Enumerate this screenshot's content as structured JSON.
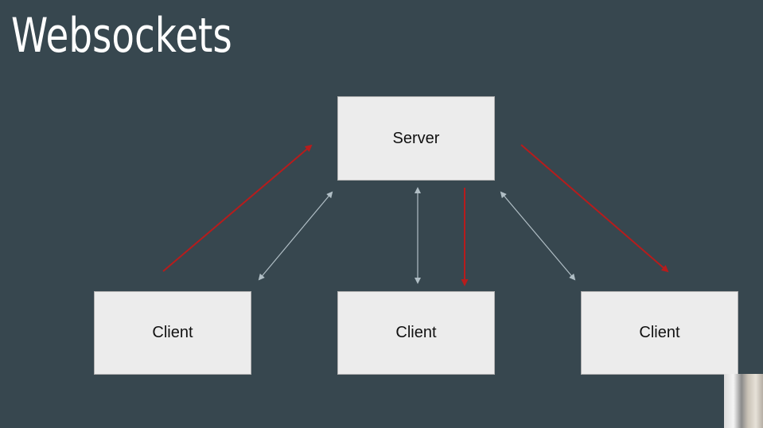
{
  "slide": {
    "title": "Websockets"
  },
  "diagram": {
    "server_label": "Server",
    "client_labels": [
      "Client",
      "Client",
      "Client"
    ]
  },
  "colors": {
    "background": "#37474f",
    "box_fill": "#ececec",
    "push_arrow": "#b71c1c",
    "connection_arrow": "#b0bec5",
    "title_text": "#ffffff"
  }
}
